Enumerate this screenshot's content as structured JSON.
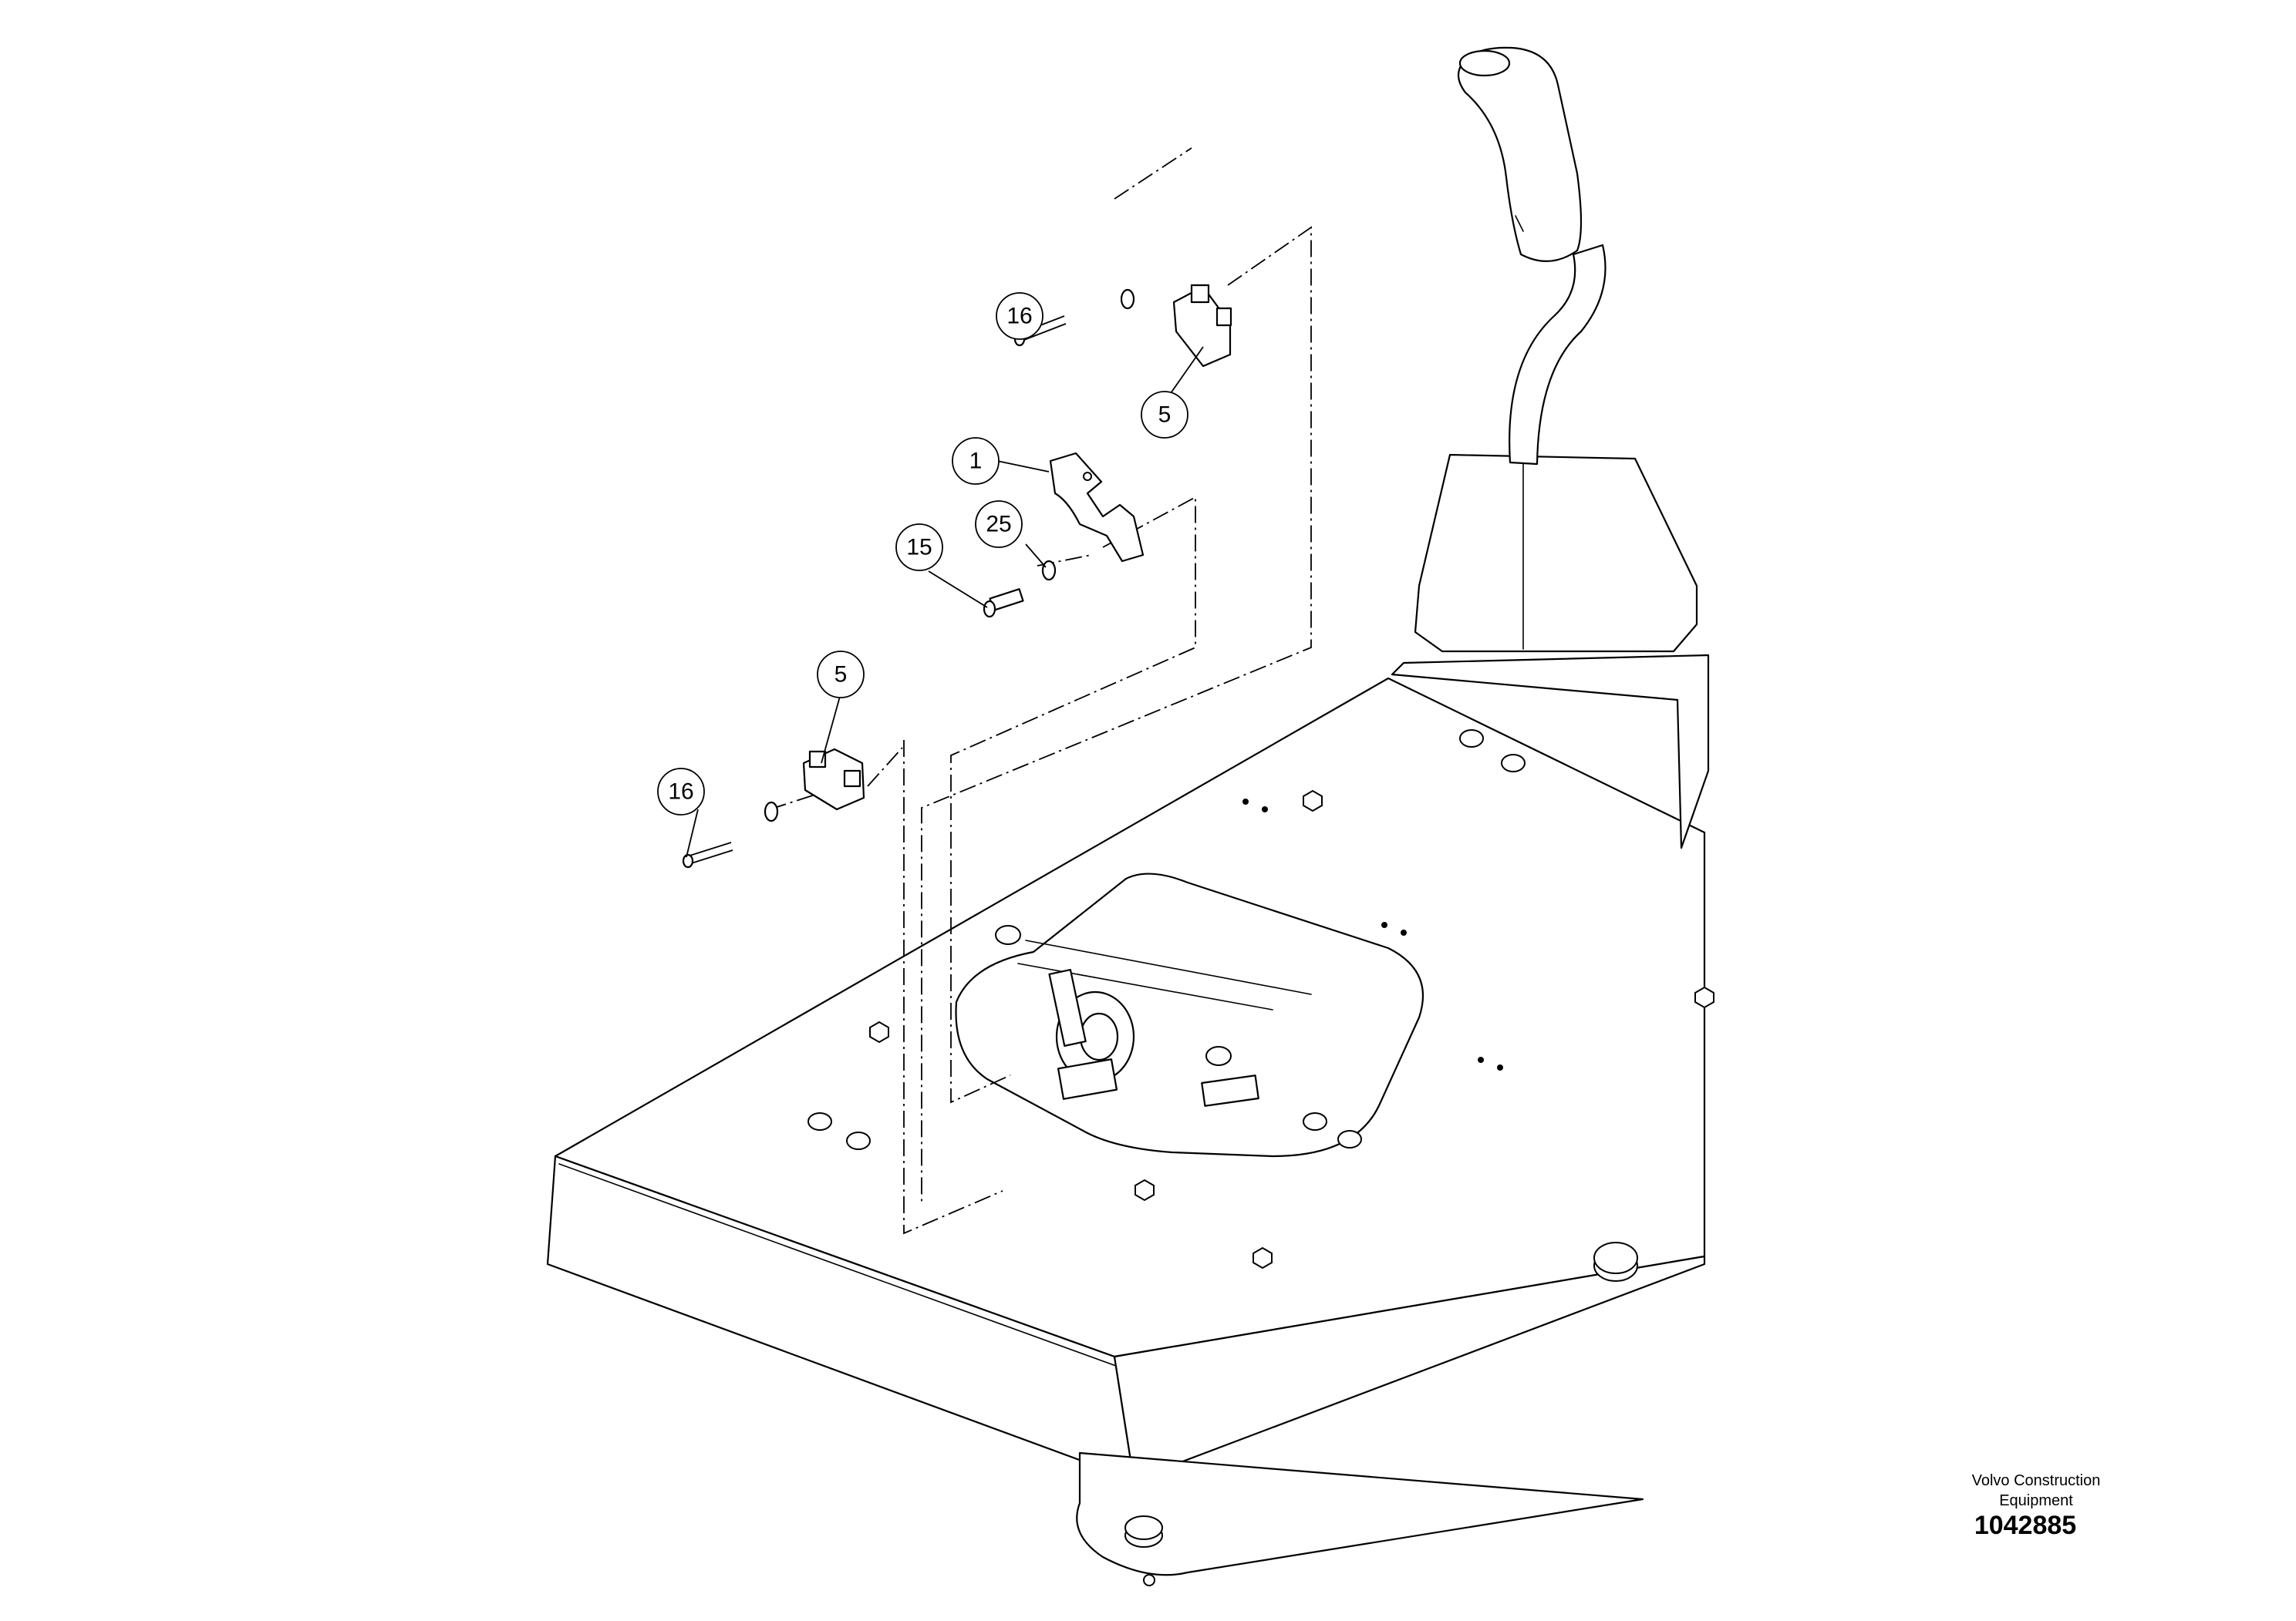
{
  "callouts": [
    {
      "id": "c16a",
      "label": "16"
    },
    {
      "id": "c5a",
      "label": "5"
    },
    {
      "id": "c1",
      "label": "1"
    },
    {
      "id": "c25",
      "label": "25"
    },
    {
      "id": "c15",
      "label": "15"
    },
    {
      "id": "c5b",
      "label": "5"
    },
    {
      "id": "c16b",
      "label": "16"
    }
  ],
  "footer": {
    "company_line1": "Volvo Construction",
    "company_line2": "Equipment",
    "doc_number": "1042885"
  }
}
